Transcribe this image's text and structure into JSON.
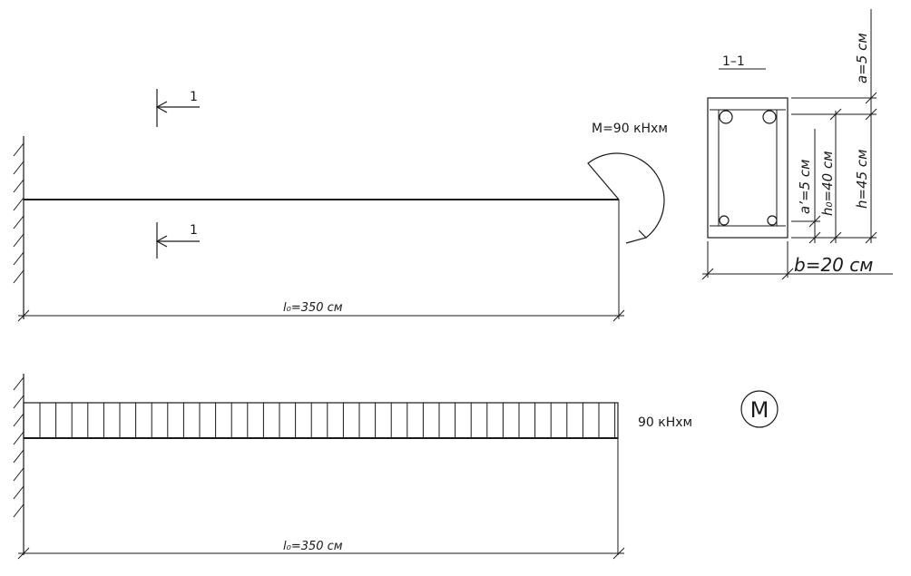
{
  "diagram": {
    "section_marker": "1",
    "section_label": "1–1",
    "moment_label": "M=90  кНхм",
    "span_label": "l₀=350  см",
    "span_label_bottom": "l₀=350  см",
    "dim_a": "a=5  см",
    "dim_a_prime": "a’=5  см",
    "dim_h0": "h₀=40  см",
    "dim_h": "h=45  см",
    "dim_b": "b=20  см",
    "epure_value": "90  кНхм",
    "epure_symbol": "M"
  }
}
